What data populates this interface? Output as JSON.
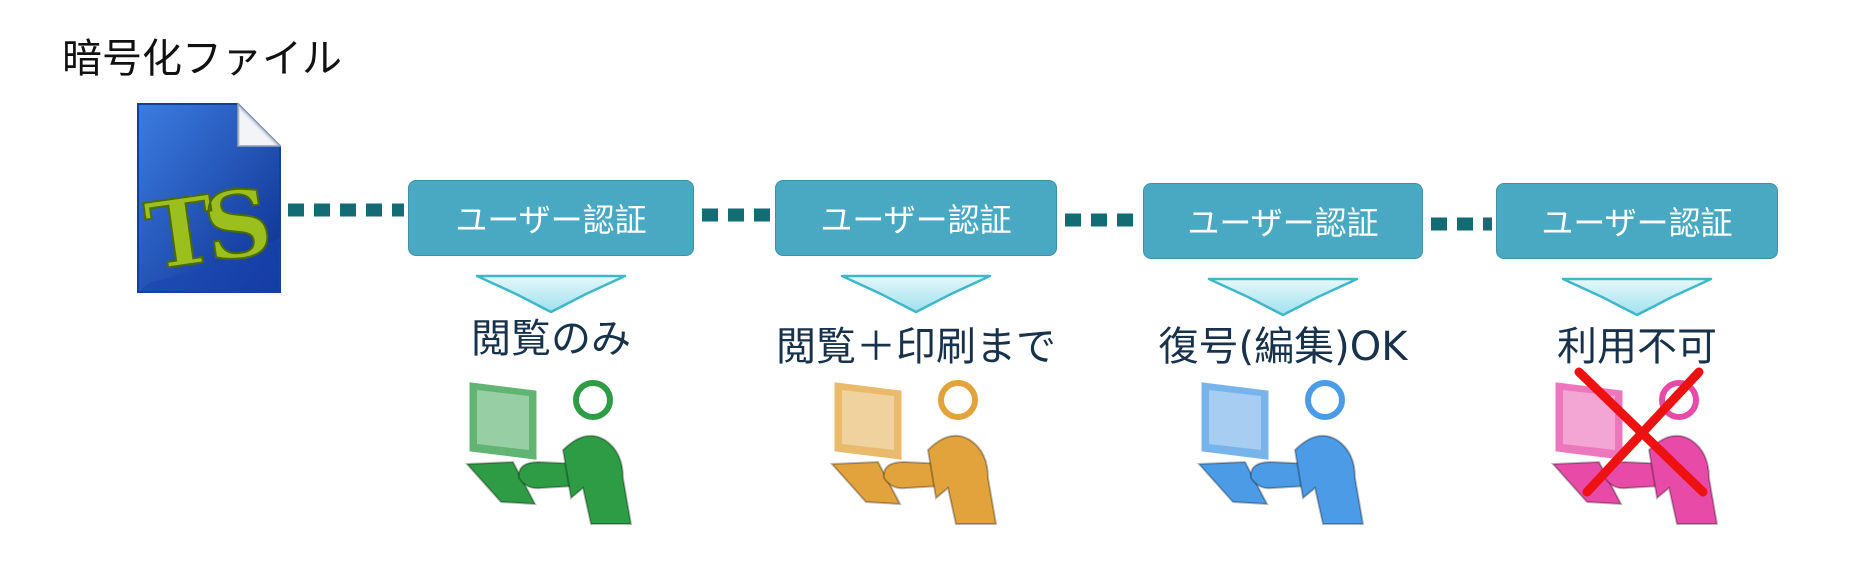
{
  "title": "暗号化ファイル",
  "file_icon": {
    "name": "encrypted-file-icon",
    "logo_text": "TS",
    "colors": {
      "page": "#1f4fb8",
      "logo": "#9bbf1c"
    }
  },
  "connector_color": "#136b73",
  "stages": [
    {
      "auth_label": "ユーザー認証",
      "result_label": "閲覧のみ",
      "user_color": "#2e9c45",
      "icon": "user-at-computer-icon",
      "denied": false
    },
    {
      "auth_label": "ユーザー認証",
      "result_label": "閲覧＋印刷まで",
      "user_color": "#e2a33c",
      "icon": "user-at-computer-icon",
      "denied": false
    },
    {
      "auth_label": "ユーザー認証",
      "result_label": "復号(編集)OK",
      "user_color": "#4b9be6",
      "icon": "user-at-computer-icon",
      "denied": false
    },
    {
      "auth_label": "ユーザー認証",
      "result_label": "利用不可",
      "user_color": "#e84aa8",
      "icon": "user-at-computer-icon",
      "denied": true
    }
  ],
  "deny_mark_color": "#ee1111"
}
